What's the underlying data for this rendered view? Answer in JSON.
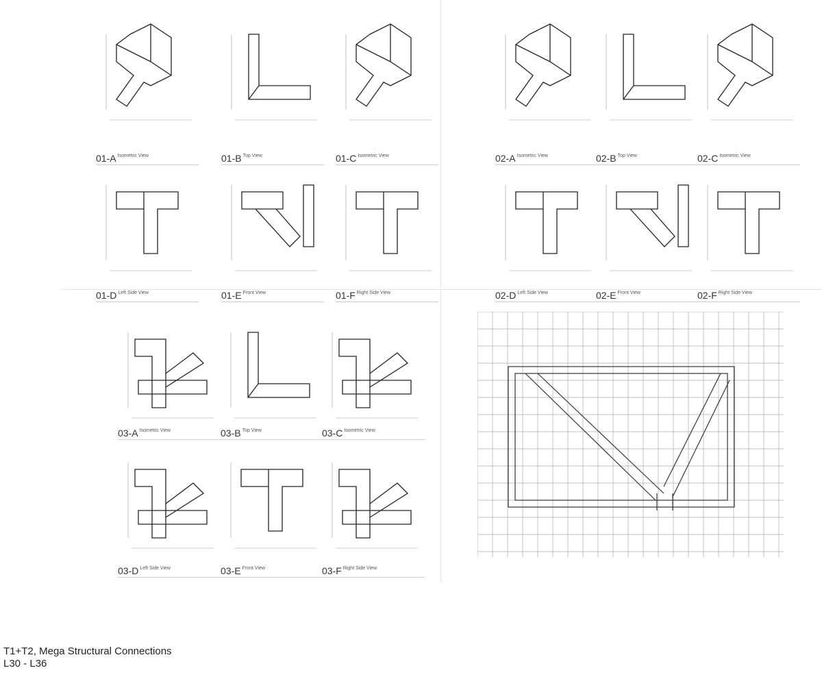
{
  "sheet": {
    "title": "T1+T2, Mega Structural Connections",
    "levels": "L30 - L36"
  },
  "views": [
    {
      "code": "01-A",
      "name": "Isometric View"
    },
    {
      "code": "01-B",
      "name": "Top View"
    },
    {
      "code": "01-C",
      "name": "Isometric View"
    },
    {
      "code": "01-D",
      "name": "Left Side View"
    },
    {
      "code": "01-E",
      "name": "Front View"
    },
    {
      "code": "01-F",
      "name": "Right Side View"
    },
    {
      "code": "02-A",
      "name": "Isometric View"
    },
    {
      "code": "02-B",
      "name": "Top View"
    },
    {
      "code": "02-C",
      "name": "Isometric View"
    },
    {
      "code": "02-D",
      "name": "Left Side View"
    },
    {
      "code": "02-E",
      "name": "Front View"
    },
    {
      "code": "02-F",
      "name": "Right Side View"
    },
    {
      "code": "03-A",
      "name": "Isometric View"
    },
    {
      "code": "03-B",
      "name": "Top View"
    },
    {
      "code": "03-C",
      "name": "Isometric View"
    },
    {
      "code": "03-D",
      "name": "Left Side View"
    },
    {
      "code": "03-E",
      "name": "Front View"
    },
    {
      "code": "03-F",
      "name": "Right Side View"
    }
  ]
}
